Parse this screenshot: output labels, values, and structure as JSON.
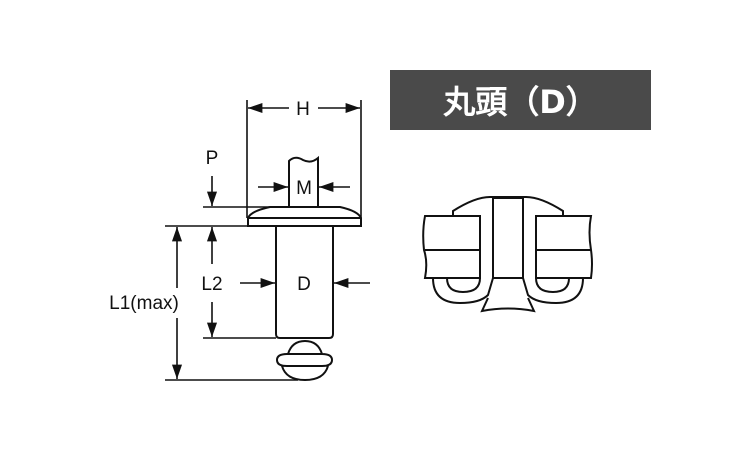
{
  "title": "丸頭（D）",
  "labels": {
    "H": "H",
    "M": "M",
    "P": "P",
    "D": "D",
    "L2": "L2",
    "L1": "L1(max)"
  },
  "colors": {
    "title_bg": "#4a4a4a",
    "line": "#111111"
  }
}
